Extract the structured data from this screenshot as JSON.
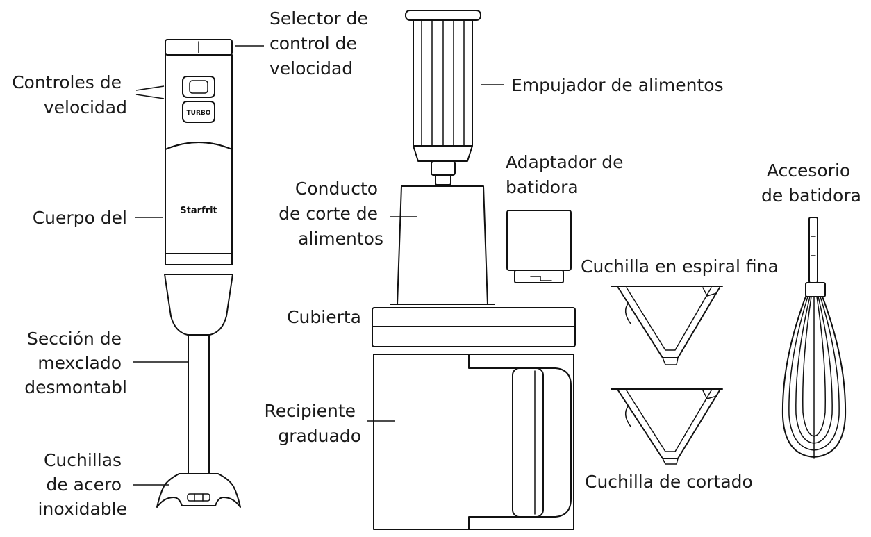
{
  "labels": {
    "speed_selector": [
      "Selector de",
      "control de",
      "velocidad"
    ],
    "speed_controls": [
      "Controles de",
      "velocidad"
    ],
    "body": [
      "Cuerpo del"
    ],
    "mixing_section": [
      "Sección de",
      "mexclado",
      "desmontabl"
    ],
    "blades": [
      "Cuchillas",
      "de acero",
      "inoxidable"
    ],
    "food_pusher": [
      "Empujador de alimentos"
    ],
    "food_chute": [
      "Conducto",
      "de corte de",
      "alimentos"
    ],
    "cover": [
      "Cubierta"
    ],
    "container": [
      "Recipiente",
      "graduado"
    ],
    "whisk_adapter": [
      "Adaptador de",
      "batidora"
    ],
    "whisk": [
      "Accesorio",
      "de batidora"
    ],
    "fine_spiral_blade": [
      "Cuchilla en espiral fina"
    ],
    "cutting_blade": [
      "Cuchilla de cortado"
    ]
  },
  "brand": "Starfrit",
  "buttons": [
    "",
    "TURBO"
  ]
}
